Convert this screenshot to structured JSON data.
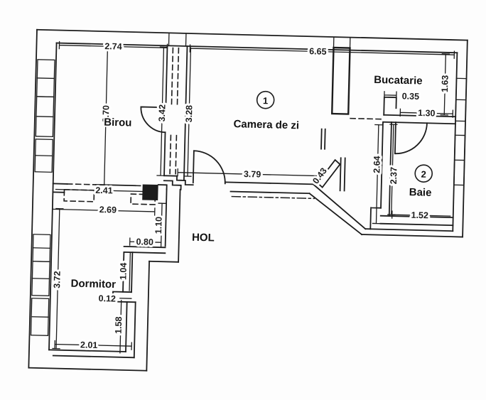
{
  "colors": {
    "ink": "#1c1c1c",
    "paper": "#fdfdfd",
    "halo": "#ffffff"
  },
  "plan": {
    "rooms": [
      {
        "id": "birou",
        "label": "Birou"
      },
      {
        "id": "camera-de-zi",
        "label": "Camera de zi",
        "number": "1"
      },
      {
        "id": "bucatarie",
        "label": "Bucatarie"
      },
      {
        "id": "baie",
        "label": "Baie",
        "number": "2"
      },
      {
        "id": "dormitor",
        "label": "Dormitor"
      },
      {
        "id": "hol",
        "label": "HOL"
      }
    ],
    "dims": {
      "birou_top_width": "2.74",
      "camera_top_width": "6.65",
      "birou_left_height": "3.70",
      "birou_partition_height": "3.42",
      "camera_left_height": "3.28",
      "bucatarie_right_height": "1.63",
      "bucatarie_step_width": "0.35",
      "bucatarie_wall_width": "1.30",
      "passage_height": "2.64",
      "baie_height": "2.37",
      "baie_width": "1.52",
      "camera_bottom_width": "3.79",
      "camera_door_width": "0.43",
      "birou_bottom_width": "2.41",
      "dormitor_top_width": "2.69",
      "hol_wall_height": "1.10",
      "hol_wall_width": "0.80",
      "dormitor_right_upper": "1.04",
      "dormitor_step": "0.12",
      "dormitor_right_lower": "1.58",
      "dormitor_left_height": "3.72",
      "dormitor_bottom_width": "2.01"
    }
  }
}
